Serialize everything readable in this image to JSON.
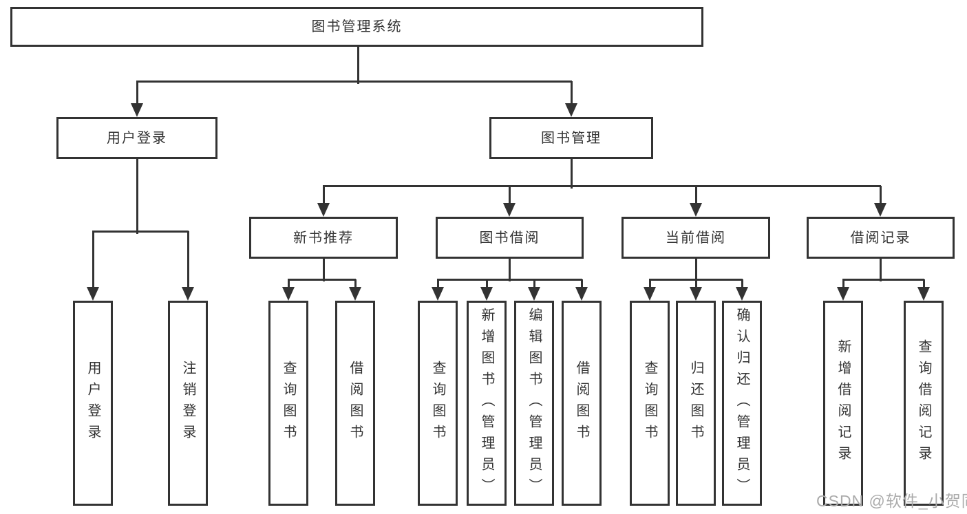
{
  "colors": {
    "line": "#333333",
    "text": "#333333",
    "background": "#ffffff",
    "watermark": "#ababab"
  },
  "tree": {
    "root": {
      "label": "图书管理系统"
    },
    "branches": [
      {
        "label": "用户登录",
        "children": [
          {
            "label": "用户登录"
          },
          {
            "label": "注销登录"
          }
        ]
      },
      {
        "label": "图书管理",
        "children": [
          {
            "label": "新书推荐",
            "children": [
              {
                "label": "查询图书"
              },
              {
                "label": "借阅图书"
              }
            ]
          },
          {
            "label": "图书借阅",
            "children": [
              {
                "label": "查询图书"
              },
              {
                "label": "新增图书（管理员）"
              },
              {
                "label": "编辑图书（管理员）"
              },
              {
                "label": "借阅图书"
              }
            ]
          },
          {
            "label": "当前借阅",
            "children": [
              {
                "label": "查询图书"
              },
              {
                "label": "归还图书"
              },
              {
                "label": "确认归还（管理员）"
              }
            ]
          },
          {
            "label": "借阅记录",
            "children": [
              {
                "label": "新增借阅记录"
              },
              {
                "label": "查询借阅记录"
              }
            ]
          }
        ]
      }
    ]
  },
  "watermark": "CSDN @软件_小贺同学"
}
